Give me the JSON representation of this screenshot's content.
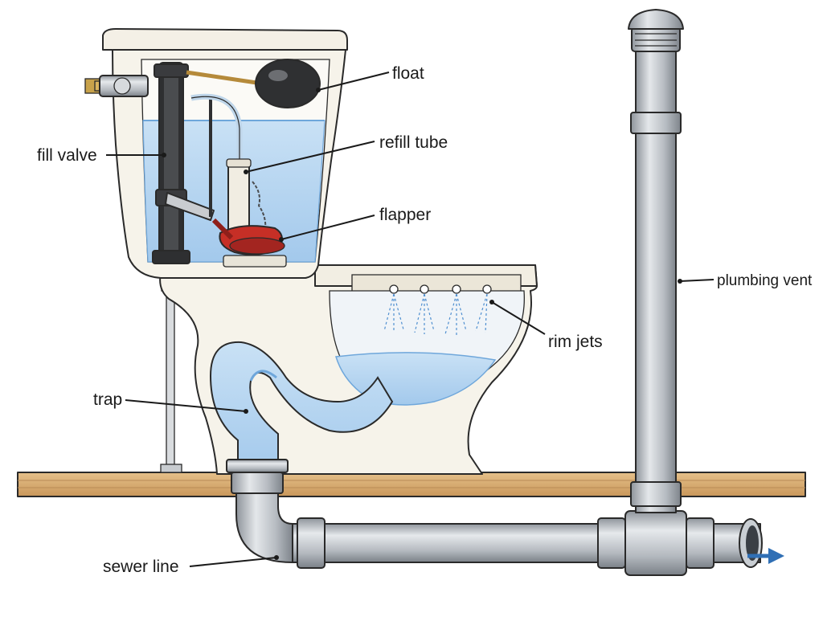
{
  "labels": {
    "float": "float",
    "refill_tube": "refill tube",
    "fill_valve": "fill valve",
    "flapper": "flapper",
    "plumbing_vent": "plumbing vent",
    "rim_jets": "rim jets",
    "trap": "trap",
    "sewer_line": "sewer line"
  },
  "colors": {
    "water": "#a9cfee",
    "water_dark": "#6fa7db",
    "porcelain": "#f6f3ea",
    "pipe": "#b7bcc2",
    "floor": "#d8b07a",
    "flapper": "#c62f26",
    "flow_arrow": "#2f6fb5"
  }
}
